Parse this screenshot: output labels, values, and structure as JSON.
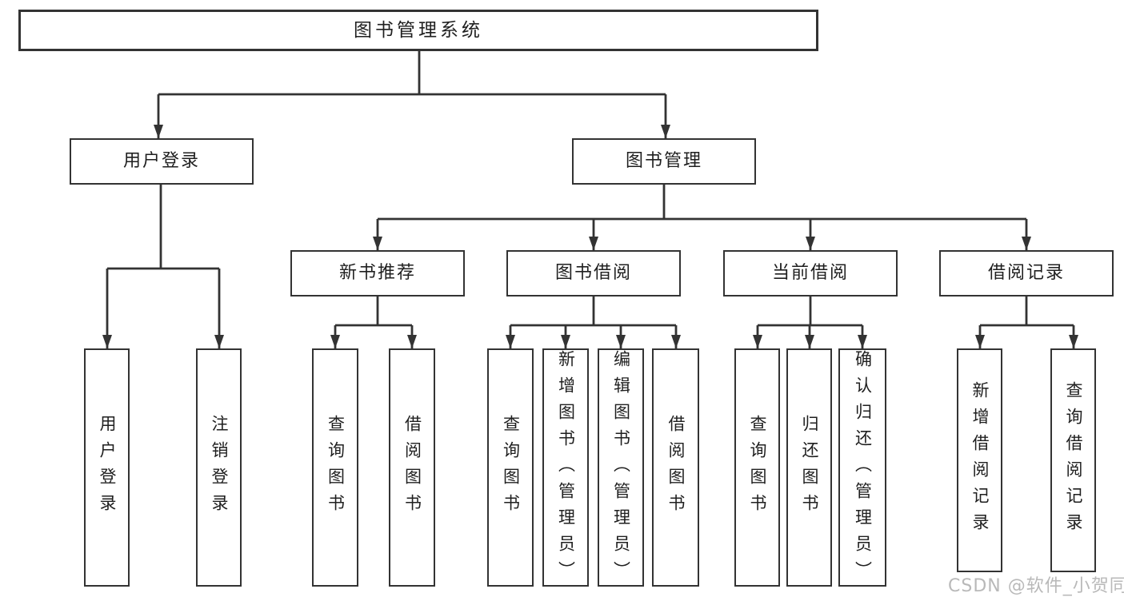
{
  "tree": {
    "label": "图书管理系统",
    "children": [
      {
        "label": "用户登录",
        "children": [
          {
            "label": "用户登录"
          },
          {
            "label": "注销登录"
          }
        ]
      },
      {
        "label": "图书管理",
        "children": [
          {
            "label": "新书推荐",
            "children": [
              {
                "label": "查询图书"
              },
              {
                "label": "借阅图书"
              }
            ]
          },
          {
            "label": "图书借阅",
            "children": [
              {
                "label": "查询图书"
              },
              {
                "label": "新增图书（管理员）"
              },
              {
                "label": "编辑图书（管理员）"
              },
              {
                "label": "借阅图书"
              }
            ]
          },
          {
            "label": "当前借阅",
            "children": [
              {
                "label": "查询图书"
              },
              {
                "label": "归还图书"
              },
              {
                "label": "确认归还（管理员）"
              }
            ]
          },
          {
            "label": "借阅记录",
            "children": [
              {
                "label": "新增借阅记录"
              },
              {
                "label": "查询借阅记录"
              }
            ]
          }
        ]
      }
    ]
  },
  "watermark": "CSDN @软件_小贺同学",
  "colors": {
    "line": "#333333",
    "box_border": "#333333",
    "text": "#1f1f1f",
    "watermark": "#b9b9b9",
    "background": "#ffffff"
  }
}
